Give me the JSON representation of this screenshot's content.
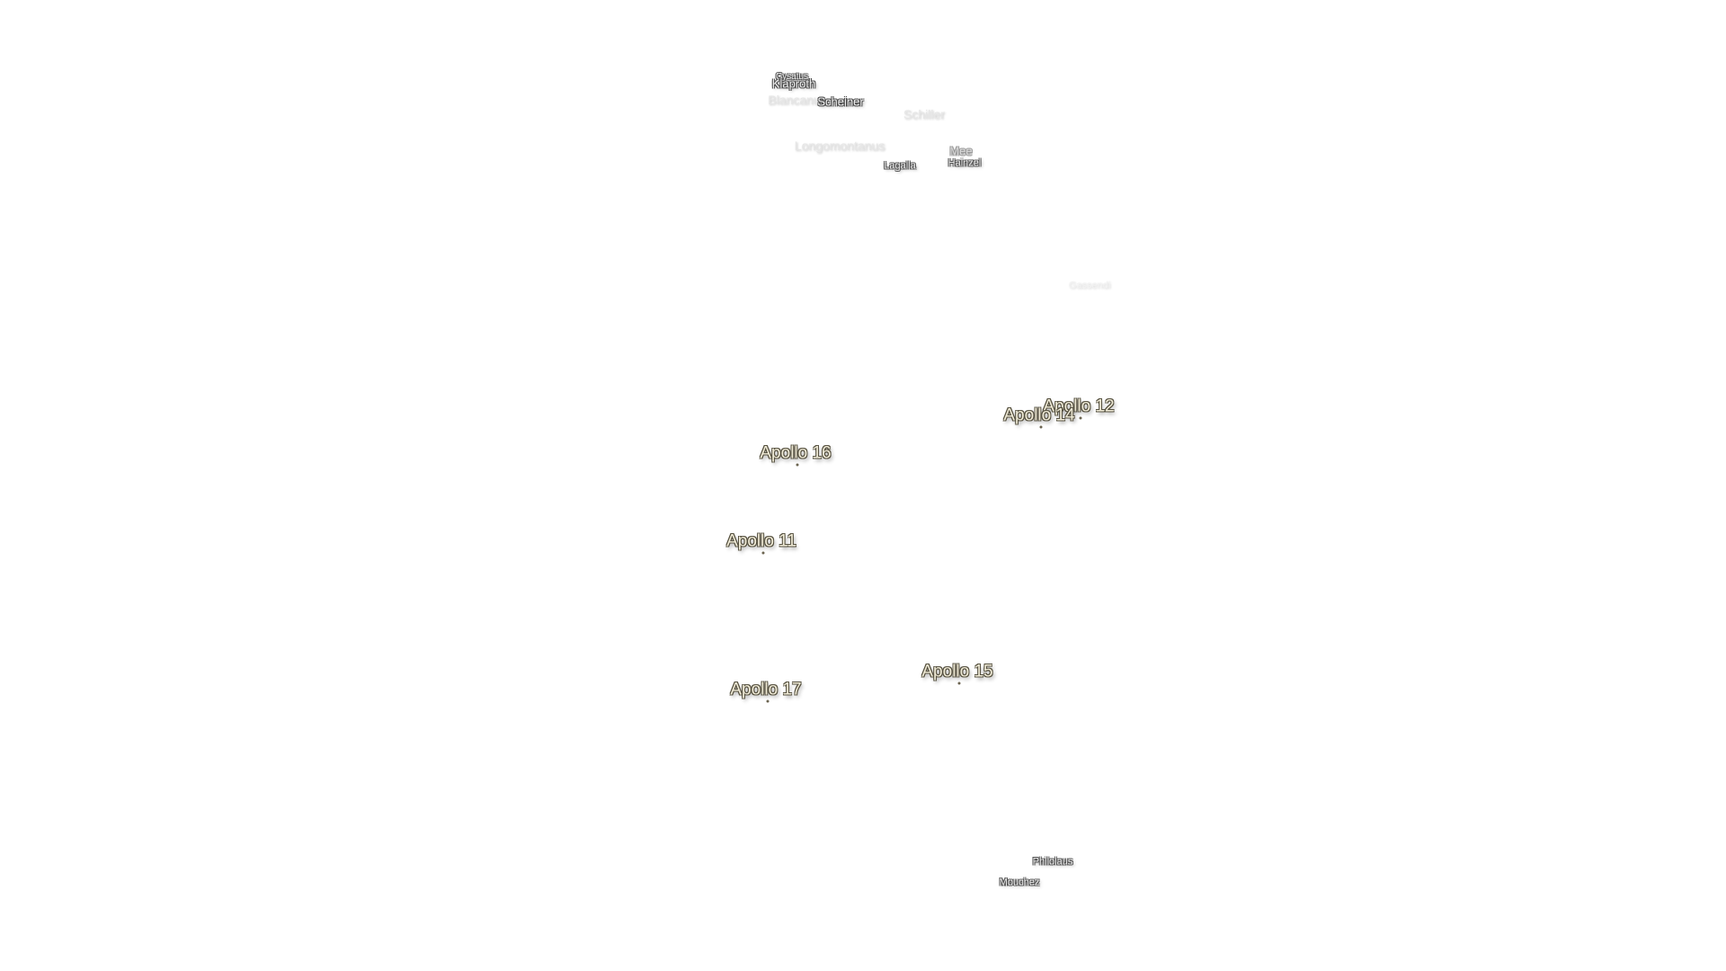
{
  "map": {
    "landing_sites": [
      {
        "id": "apollo-11",
        "label": "Apollo 11"
      },
      {
        "id": "apollo-12",
        "label": "Apollo 12"
      },
      {
        "id": "apollo-14",
        "label": "Apollo 14"
      },
      {
        "id": "apollo-15",
        "label": "Apollo 15"
      },
      {
        "id": "apollo-16",
        "label": "Apollo 16"
      },
      {
        "id": "apollo-17",
        "label": "Apollo 17"
      }
    ],
    "craters": [
      {
        "id": "gauss",
        "label": "Cysatus"
      },
      {
        "id": "klaproth",
        "label": "Klaproth"
      },
      {
        "id": "blancanus",
        "label": "Blancanus"
      },
      {
        "id": "scheiner",
        "label": "Scheiner"
      },
      {
        "id": "schiller",
        "label": "Schiller"
      },
      {
        "id": "longomontanus",
        "label": "Longomontanus"
      },
      {
        "id": "mee",
        "label": "Mee"
      },
      {
        "id": "lagalla",
        "label": "Lagalla"
      },
      {
        "id": "hainzel",
        "label": "Hainzel"
      },
      {
        "id": "gassendi",
        "label": "Gassendi"
      },
      {
        "id": "philolaus",
        "label": "Philolaus"
      },
      {
        "id": "mouchez",
        "label": "Mouchez"
      }
    ]
  }
}
